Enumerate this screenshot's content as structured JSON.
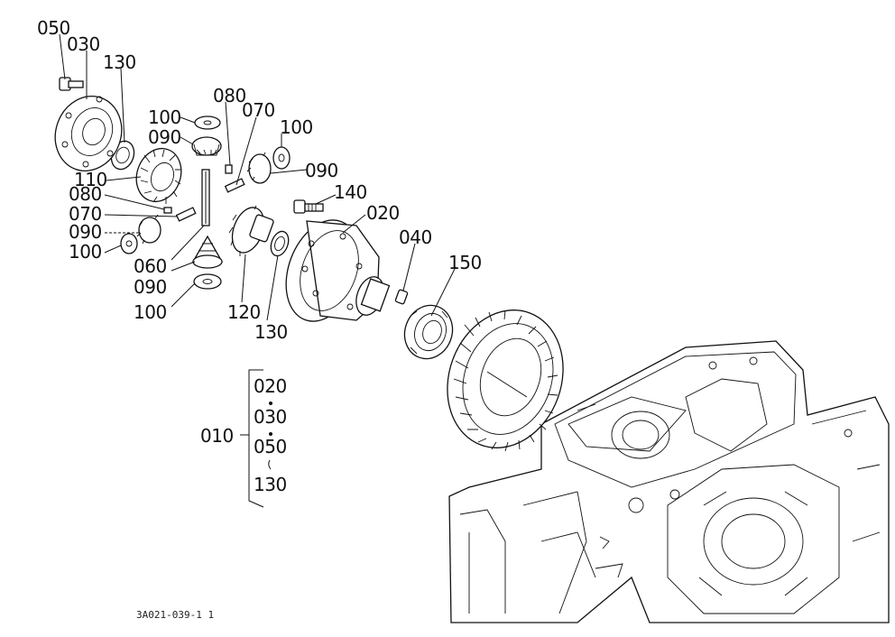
{
  "callouts": {
    "c050": "050",
    "c030": "030",
    "c130a": "130",
    "c080a": "080",
    "c070a": "070",
    "c100a": "100",
    "c090a": "090",
    "c100b": "100",
    "c090b": "090",
    "c110": "110",
    "c080b": "080",
    "c070b": "070",
    "c090c": "090",
    "c100c": "100",
    "c060": "060",
    "c090d": "090",
    "c100d": "100",
    "c120": "120",
    "c130b": "130",
    "c140": "140",
    "c020": "020",
    "c040": "040",
    "c150": "150"
  },
  "assembly": {
    "label": "010",
    "items": [
      "020",
      "030",
      "050",
      "130"
    ]
  },
  "code": "3A021-039-1 1"
}
